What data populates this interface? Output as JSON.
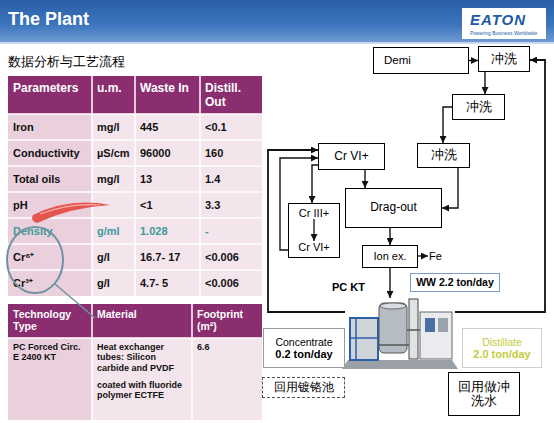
{
  "diagram": {
    "title": "The Plant",
    "nodes": [
      {
        "text": [
          "Demi"
        ]
      },
      {
        "text": [
          "冲洗"
        ]
      },
      {
        "text": [
          "冲洗"
        ]
      },
      {
        "text": [
          "冲洗"
        ]
      },
      {
        "text": [
          "Cr VI+"
        ]
      },
      {
        "text": [
          "Cr III+",
          "Cr VI+"
        ]
      },
      {
        "text": [
          "Drag-out"
        ]
      },
      {
        "text": [
          "Ion ex."
        ]
      },
      {
        "text": [
          "WW 2.2 ton/day"
        ]
      },
      {
        "text": [
          "PC KT"
        ]
      },
      {
        "text": [
          "Concentrate",
          "0.2 ton/day"
        ]
      },
      {
        "text": [
          "Distillate",
          "2.0 ton/day"
        ]
      },
      {
        "text": [
          "回用镀铬池"
        ]
      },
      {
        "text": [
          "回用做冲洗水"
        ]
      }
    ],
    "edges": [
      {
        "from": 0,
        "to": 1,
        "arrow": "to"
      },
      {
        "from": 1,
        "to": 2,
        "arrow": "to"
      },
      {
        "from": 2,
        "to": 3,
        "arrow": "to"
      },
      {
        "from": 3,
        "to": 6,
        "arrow": "to"
      },
      {
        "from": 4,
        "to": 6,
        "arrow": "to"
      },
      {
        "from": 6,
        "to": 7,
        "arrow": "to"
      },
      {
        "from": 4,
        "to": 5,
        "arrow": "to"
      },
      {
        "from": 5,
        "to": 4,
        "arrow": "to"
      },
      {
        "from": 7,
        "to": 9,
        "arrow": "to"
      },
      {
        "from": 9,
        "to": 4,
        "arrow": "to"
      },
      {
        "from": 9,
        "to": 1,
        "arrow": "to"
      }
    ],
    "labels": [
      "EATON",
      "Powering Business Worldwide",
      "数据分析与工艺流程",
      "Parameters",
      "u.m.",
      "Waste In",
      "Distill. Out",
      "Iron",
      "mg/l",
      "445",
      "<0.1",
      "Conductivity",
      "µS/cm",
      "96000",
      "160",
      "Total oils",
      "mg/l",
      "13",
      "1.4",
      "pH",
      "<1",
      "3.3",
      "Density",
      "g/ml",
      "1.028",
      "-",
      "Cr⁶⁺",
      "g/l",
      "16.7- 17",
      "<0.006",
      "Cr³⁺",
      "g/l",
      "4.7- 5",
      "<0.006",
      "Technology Type",
      "Material",
      "Footprint (m²)",
      "PC Forced Circ. E 2400 KT",
      "Heat exchanger tubes: Silicon carbide and PVDF",
      "coated with fluoride polymer ECTFE",
      "6.6",
      "Fe"
    ]
  }
}
